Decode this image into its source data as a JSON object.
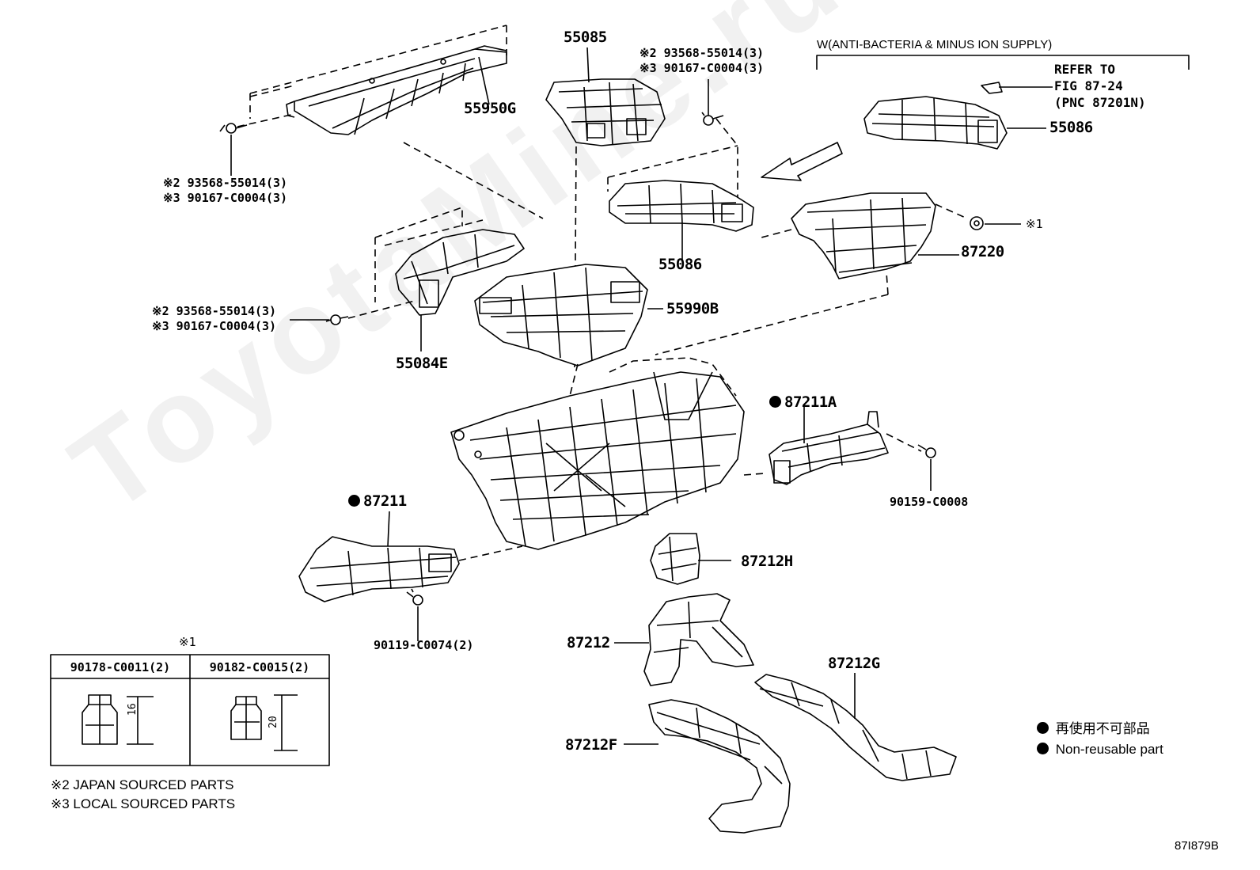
{
  "watermark": "ToyotaMine.ru",
  "labels": {
    "p55950g": "55950G",
    "p55085": "55085",
    "p55086_top": "55086",
    "p55086_mid": "55086",
    "p87220": "87220",
    "p55990b": "55990B",
    "p55084e": "55084E",
    "p87211a": "87211A",
    "p87211": "87211",
    "p90159": "90159-C0008",
    "p87212h": "87212H",
    "p90119": "90119-C0074(2)",
    "p87212": "87212",
    "p87212g": "87212G",
    "p87212f": "87212F"
  },
  "screws": {
    "left_top": [
      "※2 93568-55014(3)",
      "※3 90167-C0004(3)"
    ],
    "center_top": [
      "※2 93568-55014(3)",
      "※3 90167-C0004(3)"
    ],
    "left_mid": [
      "※2 93568-55014(3)",
      "※3 90167-C0004(3)"
    ]
  },
  "option_box": {
    "title": "W(ANTI-BACTERIA & MINUS ION SUPPLY)",
    "refer": [
      "REFER TO",
      "FIG 87-24",
      "(PNC 87201N)"
    ]
  },
  "note1_marker": "※1",
  "fastener_table": {
    "title": "※1",
    "headers": [
      "90178-C0011(2)",
      "90182-C0015(2)"
    ],
    "dims": [
      "16",
      "20"
    ]
  },
  "footnotes": [
    "※2 JAPAN SOURCED PARTS",
    "※3 LOCAL SOURCED PARTS"
  ],
  "legend": [
    "再使用不可部品",
    "Non-reusable part"
  ],
  "figure_code": "87I879B"
}
